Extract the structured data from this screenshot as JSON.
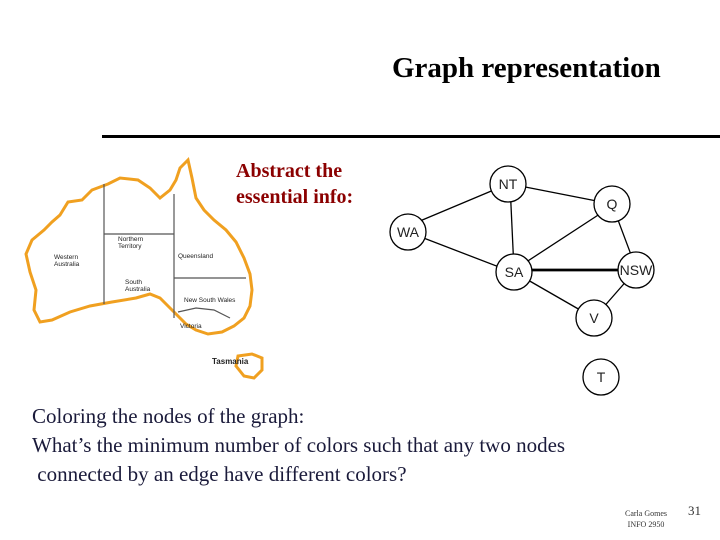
{
  "slide": {
    "title": "Graph representation",
    "abstract_line1": "Abstract the",
    "abstract_line2": "essential info:",
    "body_line1": "Coloring the nodes of the graph:",
    "body_line2": "What’s the minimum number of colors such that  any two nodes",
    "body_line3": " connected by an edge have different colors?",
    "footer_line1": "Carla Gomes",
    "footer_line2": "INFO 2950",
    "page_number": "31"
  },
  "map": {
    "regions": {
      "western_australia": [
        "Western",
        "Australia"
      ],
      "northern_territory": [
        "Northern",
        "Territory"
      ],
      "queensland": "Queensland",
      "south_australia": [
        "South",
        "Australia"
      ],
      "new_south_wales": "New South Wales",
      "victoria": "Victoria",
      "tasmania": "Tasmania"
    },
    "line_color": "#444444",
    "outline_color": "#f0a020"
  },
  "graph": {
    "nodes": {
      "nt": "NT",
      "q": "Q",
      "wa": "WA",
      "sa": "SA",
      "nsw": "NSW",
      "v": "V",
      "t": "T"
    },
    "edges": [
      [
        "WA",
        "NT"
      ],
      [
        "WA",
        "SA"
      ],
      [
        "NT",
        "SA"
      ],
      [
        "NT",
        "Q"
      ],
      [
        "SA",
        "Q"
      ],
      [
        "SA",
        "NSW"
      ],
      [
        "SA",
        "V"
      ],
      [
        "Q",
        "NSW"
      ],
      [
        "NSW",
        "V"
      ]
    ]
  }
}
